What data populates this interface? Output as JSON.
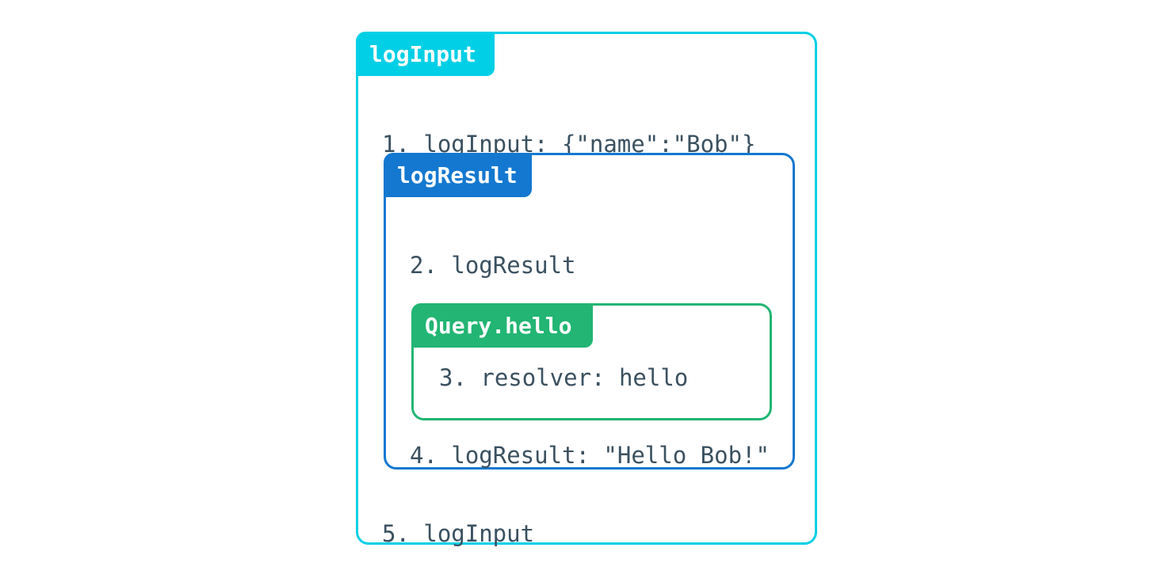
{
  "diagram": {
    "title": "logInput",
    "colors": {
      "outer_accent": "#00cfe6",
      "middle_accent": "#1478d0",
      "inner_accent": "#22b573",
      "text": "#3a5160",
      "background": "#ffffff"
    },
    "outer_box": {
      "tab_label": "logInput",
      "lines": {
        "first": "1. logInput: {\"name\":\"Bob\"}",
        "last": "5. logInput"
      }
    },
    "middle_box": {
      "tab_label": "logResult",
      "lines": {
        "first": "2. logResult",
        "last": "4. logResult: \"Hello Bob!\""
      }
    },
    "inner_box": {
      "tab_label": "Query.hello",
      "lines": {
        "first": "3. resolver: hello"
      }
    }
  }
}
